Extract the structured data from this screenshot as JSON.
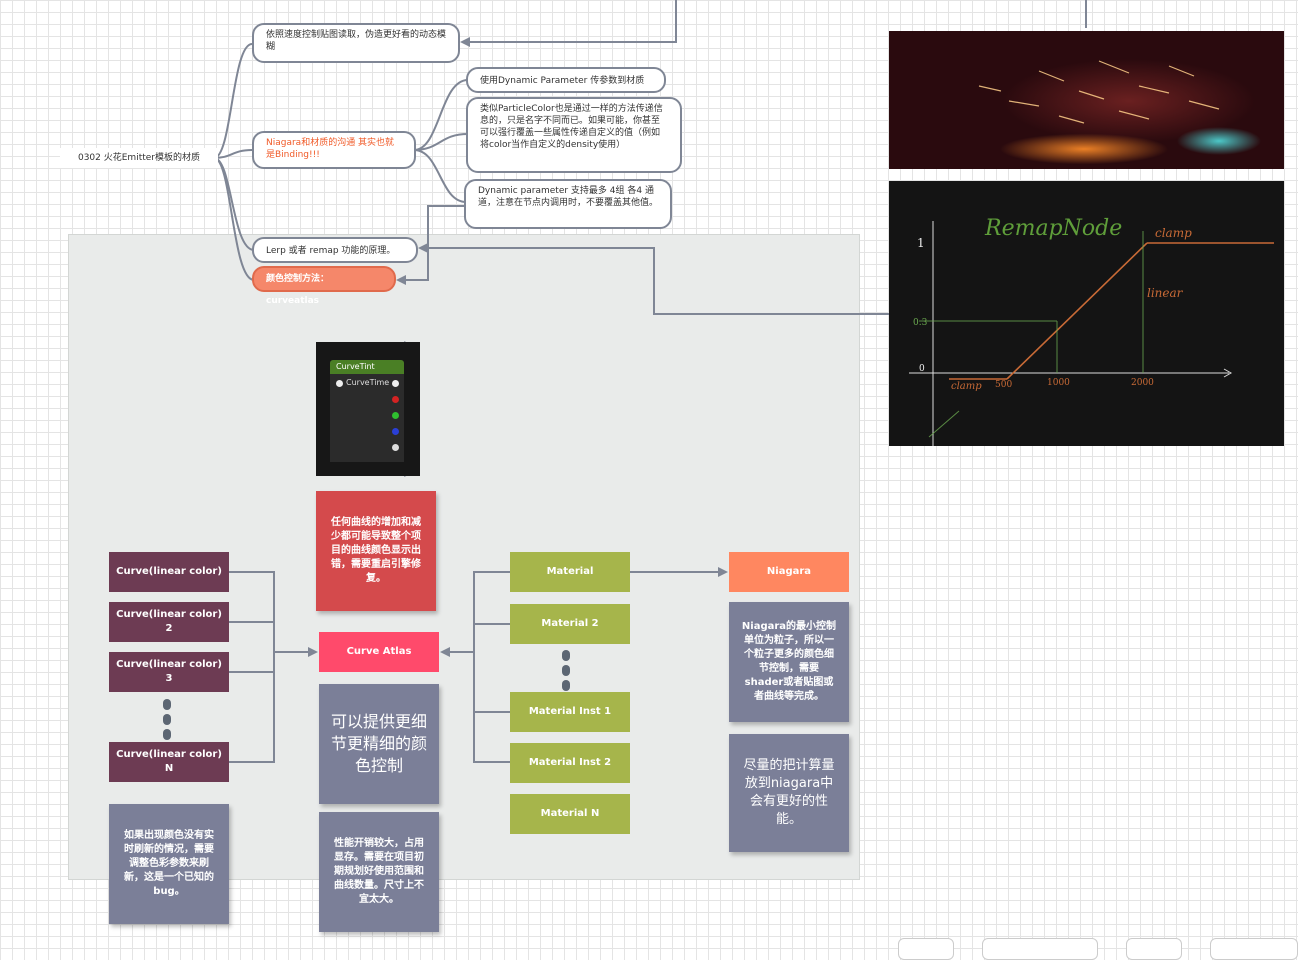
{
  "mindmap": {
    "root": "0302 火花Emitter模板的材质",
    "speed_note": "依照速度控制贴图读取，伪造更好看的动态模糊",
    "binding": "Niagara和材质的沟通 其实也就是Binding!!!",
    "dp_use": "使用Dynamic Parameter 传参数到材质",
    "similar": "类似ParticleColor也是通过一样的方法传递信息的，只是名字不同而已。如果可能，你甚至可以强行覆盖一些属性传递自定义的值（例如将color当作自定义的density使用）",
    "dp_limit": "Dynamic parameter 支持最多 4组 各4 通道，注意在节点内调用时，不要覆盖其他值。",
    "lerp": "Lerp 或者 remap 功能的原理。",
    "curveatlas": "颜色控制方法：curveatlas"
  },
  "curvetint": {
    "title": "CurveTint",
    "input": "CurveTime"
  },
  "flow": {
    "curves": [
      "Curve(linear color)",
      "Curve(linear color) 2",
      "Curve(linear color) 3",
      "Curve(linear color) N"
    ],
    "atlas": "Curve Atlas",
    "materials": [
      "Material",
      "Material 2",
      "Material Inst 1",
      "Material Inst 2",
      "Material N"
    ],
    "niagara": "Niagara"
  },
  "notes": {
    "red": "任何曲线的增加和减少都可能导致整个项目的曲线颜色显示出错，需要重启引擎修复。",
    "detail": "可以提供更细节更精细的颜色控制",
    "perf": "性能开销较大，占用显存。需要在项目初期规划好使用范围和曲线数量。尺寸上不宜太大。",
    "refresh": "如果出现颜色没有实时刷新的情况，需要调整色彩参数来刷新，这是一个已知的bug。",
    "niagara_unit": "Niagara的最小控制单位为粒子，所以一个粒子更多的颜色细节控制，需要shader或者贴图或者曲线等完成。",
    "compute": "尽量的把计算量放到niagara中会有更好的性能。"
  },
  "remap": {
    "title": "RemapNode",
    "clamp_top": "clamp",
    "linear": "linear",
    "clamp_bottom": "clamp",
    "y_one": "1",
    "y_mid": "0.3",
    "origin": "0",
    "x_500": "500",
    "x_1000": "1000",
    "x_2000": "2000"
  },
  "colors": {
    "curve": "#6d3b53",
    "material": "#a6b54b",
    "atlas": "#ff4a6b",
    "niagara": "#ff8760",
    "note": "#7b7f98",
    "connector": "#7f8695"
  }
}
